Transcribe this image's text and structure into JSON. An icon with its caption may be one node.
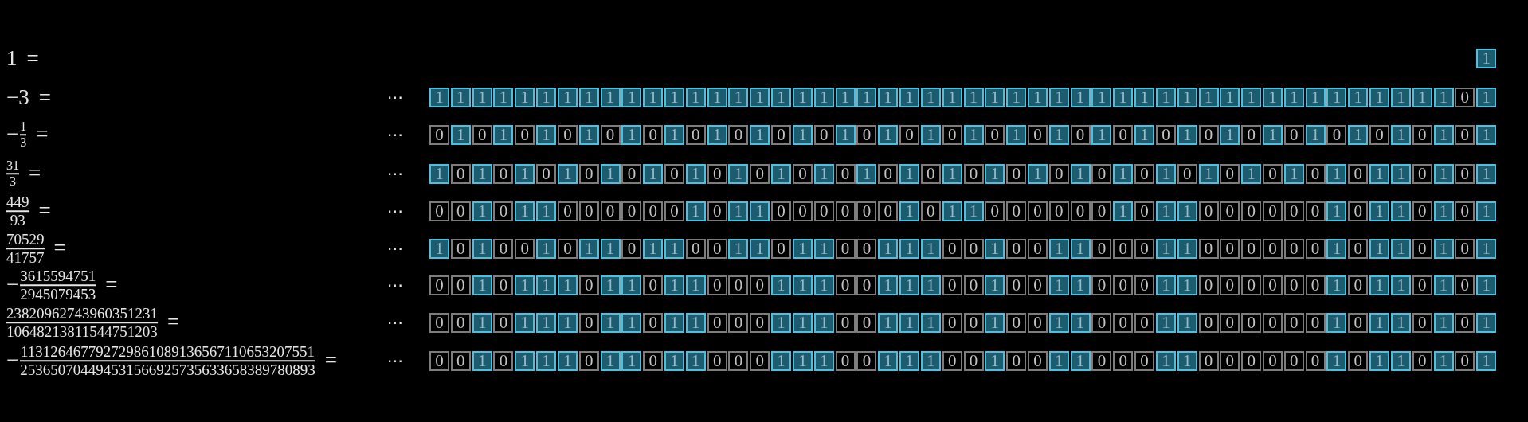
{
  "diagram": {
    "nodes": [
      {
        "text": [
          "1"
        ]
      },
      {
        "text": [
          "1"
        ]
      },
      {
        "text": [
          "1"
        ]
      },
      {
        "text": [
          "1"
        ]
      },
      {
        "text": [
          "1"
        ]
      },
      {
        "text": [
          "1"
        ]
      },
      {
        "text": [
          "1"
        ]
      },
      {
        "text": [
          "1"
        ]
      },
      {
        "text": [
          "1"
        ]
      },
      {
        "text": [
          "1"
        ]
      },
      {
        "text": [
          "1"
        ]
      },
      {
        "text": [
          "1"
        ]
      },
      {
        "text": [
          "1"
        ]
      },
      {
        "text": [
          "1"
        ]
      },
      {
        "text": [
          "1"
        ]
      },
      {
        "text": [
          "1"
        ]
      },
      {
        "text": [
          "1"
        ]
      },
      {
        "text": [
          "1"
        ]
      },
      {
        "text": [
          "1"
        ]
      },
      {
        "text": [
          "1"
        ]
      },
      {
        "text": [
          "1"
        ]
      },
      {
        "text": [
          "1"
        ]
      },
      {
        "text": [
          "1"
        ]
      },
      {
        "text": [
          "1"
        ]
      },
      {
        "text": [
          "1"
        ]
      },
      {
        "text": [
          "1"
        ]
      },
      {
        "text": [
          "1"
        ]
      },
      {
        "text": [
          "1"
        ]
      },
      {
        "text": [
          "1"
        ]
      },
      {
        "text": [
          "1"
        ]
      },
      {
        "text": [
          "1"
        ]
      },
      {
        "text": [
          "1"
        ]
      },
      {
        "text": [
          "1"
        ]
      },
      {
        "text": [
          "1"
        ]
      },
      {
        "text": [
          "1"
        ]
      },
      {
        "text": [
          "1"
        ]
      },
      {
        "text": [
          "1"
        ]
      },
      {
        "text": [
          "1"
        ]
      },
      {
        "text": [
          "1"
        ]
      },
      {
        "text": [
          "1"
        ]
      },
      {
        "text": [
          "1"
        ]
      },
      {
        "text": [
          "1"
        ]
      },
      {
        "text": [
          "1"
        ]
      },
      {
        "text": [
          "1"
        ]
      },
      {
        "text": [
          "1"
        ]
      },
      {
        "text": [
          "1"
        ]
      },
      {
        "text": [
          "1"
        ]
      },
      {
        "text": [
          "1"
        ]
      },
      {
        "text": [
          "1"
        ]
      },
      {
        "text": [
          "0"
        ]
      },
      {
        "text": [
          "1"
        ]
      },
      {
        "text": [
          "0"
        ]
      },
      {
        "text": [
          "1"
        ]
      },
      {
        "text": [
          "0"
        ]
      },
      {
        "text": [
          "1"
        ]
      },
      {
        "text": [
          "0"
        ]
      },
      {
        "text": [
          "1"
        ]
      },
      {
        "text": [
          "0"
        ]
      },
      {
        "text": [
          "1"
        ]
      },
      {
        "text": [
          "0"
        ]
      },
      {
        "text": [
          "1"
        ]
      },
      {
        "text": [
          "0"
        ]
      },
      {
        "text": [
          "1"
        ]
      },
      {
        "text": [
          "0"
        ]
      },
      {
        "text": [
          "1"
        ]
      },
      {
        "text": [
          "0"
        ]
      },
      {
        "text": [
          "1"
        ]
      },
      {
        "text": [
          "0"
        ]
      },
      {
        "text": [
          "1"
        ]
      },
      {
        "text": [
          "0"
        ]
      },
      {
        "text": [
          "1"
        ]
      },
      {
        "text": [
          "0"
        ]
      },
      {
        "text": [
          "1"
        ]
      },
      {
        "text": [
          "0"
        ]
      },
      {
        "text": [
          "1"
        ]
      },
      {
        "text": [
          "0"
        ]
      },
      {
        "text": [
          "1"
        ]
      },
      {
        "text": [
          "0"
        ]
      },
      {
        "text": [
          "1"
        ]
      },
      {
        "text": [
          "0"
        ]
      },
      {
        "text": [
          "1"
        ]
      },
      {
        "text": [
          "0"
        ]
      },
      {
        "text": [
          "1"
        ]
      },
      {
        "text": [
          "0"
        ]
      },
      {
        "text": [
          "1"
        ]
      },
      {
        "text": [
          "0"
        ]
      },
      {
        "text": [
          "1"
        ]
      },
      {
        "text": [
          "0"
        ]
      },
      {
        "text": [
          "1"
        ]
      },
      {
        "text": [
          "0"
        ]
      },
      {
        "text": [
          "1"
        ]
      },
      {
        "text": [
          "0"
        ]
      },
      {
        "text": [
          "1"
        ]
      },
      {
        "text": [
          "0"
        ]
      },
      {
        "text": [
          "1"
        ]
      },
      {
        "text": [
          "0"
        ]
      },
      {
        "text": [
          "1"
        ]
      },
      {
        "text": [
          "0"
        ]
      },
      {
        "text": [
          "1"
        ]
      },
      {
        "text": [
          "0"
        ]
      },
      {
        "text": [
          "1"
        ]
      },
      {
        "text": [
          "1"
        ]
      },
      {
        "text": [
          "0"
        ]
      },
      {
        "text": [
          "1"
        ]
      },
      {
        "text": [
          "0"
        ]
      },
      {
        "text": [
          "1"
        ]
      },
      {
        "text": [
          "0"
        ]
      },
      {
        "text": [
          "1"
        ]
      },
      {
        "text": [
          "0"
        ]
      },
      {
        "text": [
          "1"
        ]
      },
      {
        "text": [
          "0"
        ]
      },
      {
        "text": [
          "1"
        ]
      },
      {
        "text": [
          "0"
        ]
      },
      {
        "text": [
          "1"
        ]
      },
      {
        "text": [
          "0"
        ]
      },
      {
        "text": [
          "1"
        ]
      },
      {
        "text": [
          "0"
        ]
      },
      {
        "text": [
          "1"
        ]
      },
      {
        "text": [
          "0"
        ]
      },
      {
        "text": [
          "1"
        ]
      },
      {
        "text": [
          "0"
        ]
      },
      {
        "text": [
          "1"
        ]
      },
      {
        "text": [
          "0"
        ]
      },
      {
        "text": [
          "1"
        ]
      },
      {
        "text": [
          "0"
        ]
      },
      {
        "text": [
          "1"
        ]
      },
      {
        "text": [
          "0"
        ]
      },
      {
        "text": [
          "1"
        ]
      },
      {
        "text": [
          "0"
        ]
      },
      {
        "text": [
          "1"
        ]
      },
      {
        "text": [
          "0"
        ]
      },
      {
        "text": [
          "1"
        ]
      },
      {
        "text": [
          "0"
        ]
      },
      {
        "text": [
          "1"
        ]
      },
      {
        "text": [
          "0"
        ]
      },
      {
        "text": [
          "1"
        ]
      },
      {
        "text": [
          "0"
        ]
      },
      {
        "text": [
          "1"
        ]
      },
      {
        "text": [
          "0"
        ]
      },
      {
        "text": [
          "1"
        ]
      },
      {
        "text": [
          "0"
        ]
      },
      {
        "text": [
          "1"
        ]
      },
      {
        "text": [
          "0"
        ]
      },
      {
        "text": [
          "1"
        ]
      },
      {
        "text": [
          "0"
        ]
      },
      {
        "text": [
          "1"
        ]
      },
      {
        "text": [
          "1"
        ]
      },
      {
        "text": [
          "0"
        ]
      },
      {
        "text": [
          "1"
        ]
      },
      {
        "text": [
          "0"
        ]
      },
      {
        "text": [
          "1"
        ]
      },
      {
        "text": [
          "0"
        ]
      },
      {
        "text": [
          "0"
        ]
      },
      {
        "text": [
          "1"
        ]
      },
      {
        "text": [
          "0"
        ]
      },
      {
        "text": [
          "1"
        ]
      },
      {
        "text": [
          "1"
        ]
      },
      {
        "text": [
          "0"
        ]
      },
      {
        "text": [
          "0"
        ]
      },
      {
        "text": [
          "0"
        ]
      },
      {
        "text": [
          "0"
        ]
      },
      {
        "text": [
          "0"
        ]
      },
      {
        "text": [
          "0"
        ]
      },
      {
        "text": [
          "1"
        ]
      },
      {
        "text": [
          "0"
        ]
      },
      {
        "text": [
          "1"
        ]
      },
      {
        "text": [
          "1"
        ]
      },
      {
        "text": [
          "0"
        ]
      },
      {
        "text": [
          "0"
        ]
      },
      {
        "text": [
          "0"
        ]
      },
      {
        "text": [
          "0"
        ]
      },
      {
        "text": [
          "0"
        ]
      },
      {
        "text": [
          "0"
        ]
      },
      {
        "text": [
          "1"
        ]
      },
      {
        "text": [
          "0"
        ]
      },
      {
        "text": [
          "1"
        ]
      },
      {
        "text": [
          "1"
        ]
      },
      {
        "text": [
          "0"
        ]
      },
      {
        "text": [
          "0"
        ]
      },
      {
        "text": [
          "0"
        ]
      },
      {
        "text": [
          "0"
        ]
      },
      {
        "text": [
          "0"
        ]
      },
      {
        "text": [
          "0"
        ]
      },
      {
        "text": [
          "1"
        ]
      },
      {
        "text": [
          "0"
        ]
      },
      {
        "text": [
          "1"
        ]
      },
      {
        "text": [
          "1"
        ]
      },
      {
        "text": [
          "0"
        ]
      },
      {
        "text": [
          "0"
        ]
      },
      {
        "text": [
          "0"
        ]
      },
      {
        "text": [
          "0"
        ]
      },
      {
        "text": [
          "0"
        ]
      },
      {
        "text": [
          "0"
        ]
      },
      {
        "text": [
          "1"
        ]
      },
      {
        "text": [
          "0"
        ]
      },
      {
        "text": [
          "1"
        ]
      },
      {
        "text": [
          "1"
        ]
      },
      {
        "text": [
          "0"
        ]
      },
      {
        "text": [
          "1"
        ]
      },
      {
        "text": [
          "0"
        ]
      },
      {
        "text": [
          "1"
        ]
      },
      {
        "text": [
          "1"
        ]
      },
      {
        "text": [
          "0"
        ]
      },
      {
        "text": [
          "1"
        ]
      },
      {
        "text": [
          "0"
        ]
      },
      {
        "text": [
          "0"
        ]
      },
      {
        "text": [
          "1"
        ]
      },
      {
        "text": [
          "0"
        ]
      },
      {
        "text": [
          "1"
        ]
      },
      {
        "text": [
          "1"
        ]
      },
      {
        "text": [
          "0"
        ]
      },
      {
        "text": [
          "1"
        ]
      },
      {
        "text": [
          "1"
        ]
      },
      {
        "text": [
          "0"
        ]
      },
      {
        "text": [
          "0"
        ]
      },
      {
        "text": [
          "1"
        ]
      },
      {
        "text": [
          "1"
        ]
      },
      {
        "text": [
          "0"
        ]
      },
      {
        "text": [
          "1"
        ]
      },
      {
        "text": [
          "1"
        ]
      },
      {
        "text": [
          "0"
        ]
      },
      {
        "text": [
          "0"
        ]
      },
      {
        "text": [
          "1"
        ]
      },
      {
        "text": [
          "1"
        ]
      },
      {
        "text": [
          "1"
        ]
      },
      {
        "text": [
          "0"
        ]
      },
      {
        "text": [
          "0"
        ]
      },
      {
        "text": [
          "1"
        ]
      },
      {
        "text": [
          "0"
        ]
      },
      {
        "text": [
          "0"
        ]
      },
      {
        "text": [
          "1"
        ]
      },
      {
        "text": [
          "1"
        ]
      },
      {
        "text": [
          "0"
        ]
      },
      {
        "text": [
          "0"
        ]
      },
      {
        "text": [
          "0"
        ]
      },
      {
        "text": [
          "1"
        ]
      },
      {
        "text": [
          "1"
        ]
      },
      {
        "text": [
          "0"
        ]
      },
      {
        "text": [
          "0"
        ]
      },
      {
        "text": [
          "0"
        ]
      },
      {
        "text": [
          "0"
        ]
      },
      {
        "text": [
          "0"
        ]
      },
      {
        "text": [
          "0"
        ]
      },
      {
        "text": [
          "1"
        ]
      },
      {
        "text": [
          "0"
        ]
      },
      {
        "text": [
          "1"
        ]
      },
      {
        "text": [
          "1"
        ]
      },
      {
        "text": [
          "0"
        ]
      },
      {
        "text": [
          "1"
        ]
      },
      {
        "text": [
          "0"
        ]
      },
      {
        "text": [
          "1"
        ]
      },
      {
        "text": [
          "0"
        ]
      },
      {
        "text": [
          "0"
        ]
      },
      {
        "text": [
          "1"
        ]
      },
      {
        "text": [
          "0"
        ]
      },
      {
        "text": [
          "1"
        ]
      },
      {
        "text": [
          "1"
        ]
      },
      {
        "text": [
          "1"
        ]
      },
      {
        "text": [
          "0"
        ]
      },
      {
        "text": [
          "1"
        ]
      },
      {
        "text": [
          "1"
        ]
      },
      {
        "text": [
          "0"
        ]
      },
      {
        "text": [
          "1"
        ]
      },
      {
        "text": [
          "1"
        ]
      },
      {
        "text": [
          "0"
        ]
      },
      {
        "text": [
          "0"
        ]
      },
      {
        "text": [
          "0"
        ]
      },
      {
        "text": [
          "1"
        ]
      },
      {
        "text": [
          "1"
        ]
      },
      {
        "text": [
          "1"
        ]
      },
      {
        "text": [
          "0"
        ]
      },
      {
        "text": [
          "0"
        ]
      },
      {
        "text": [
          "1"
        ]
      },
      {
        "text": [
          "1"
        ]
      },
      {
        "text": [
          "1"
        ]
      },
      {
        "text": [
          "0"
        ]
      },
      {
        "text": [
          "0"
        ]
      },
      {
        "text": [
          "1"
        ]
      },
      {
        "text": [
          "0"
        ]
      },
      {
        "text": [
          "0"
        ]
      },
      {
        "text": [
          "1"
        ]
      },
      {
        "text": [
          "1"
        ]
      },
      {
        "text": [
          "0"
        ]
      },
      {
        "text": [
          "0"
        ]
      },
      {
        "text": [
          "0"
        ]
      },
      {
        "text": [
          "1"
        ]
      },
      {
        "text": [
          "1"
        ]
      },
      {
        "text": [
          "0"
        ]
      },
      {
        "text": [
          "0"
        ]
      },
      {
        "text": [
          "0"
        ]
      },
      {
        "text": [
          "0"
        ]
      },
      {
        "text": [
          "0"
        ]
      },
      {
        "text": [
          "0"
        ]
      },
      {
        "text": [
          "1"
        ]
      },
      {
        "text": [
          "0"
        ]
      },
      {
        "text": [
          "1"
        ]
      },
      {
        "text": [
          "1"
        ]
      },
      {
        "text": [
          "0"
        ]
      },
      {
        "text": [
          "1"
        ]
      },
      {
        "text": [
          "0"
        ]
      },
      {
        "text": [
          "1"
        ]
      },
      {
        "text": [
          "0"
        ]
      },
      {
        "text": [
          "0"
        ]
      },
      {
        "text": [
          "1"
        ]
      },
      {
        "text": [
          "0"
        ]
      },
      {
        "text": [
          "1"
        ]
      },
      {
        "text": [
          "1"
        ]
      },
      {
        "text": [
          "1"
        ]
      },
      {
        "text": [
          "0"
        ]
      },
      {
        "text": [
          "1"
        ]
      },
      {
        "text": [
          "1"
        ]
      },
      {
        "text": [
          "0"
        ]
      },
      {
        "text": [
          "1"
        ]
      },
      {
        "text": [
          "1"
        ]
      },
      {
        "text": [
          "0"
        ]
      },
      {
        "text": [
          "0"
        ]
      },
      {
        "text": [
          "0"
        ]
      },
      {
        "text": [
          "1"
        ]
      },
      {
        "text": [
          "1"
        ]
      },
      {
        "text": [
          "1"
        ]
      },
      {
        "text": [
          "0"
        ]
      },
      {
        "text": [
          "0"
        ]
      },
      {
        "text": [
          "1"
        ]
      },
      {
        "text": [
          "1"
        ]
      },
      {
        "text": [
          "1"
        ]
      },
      {
        "text": [
          "0"
        ]
      },
      {
        "text": [
          "0"
        ]
      },
      {
        "text": [
          "1"
        ]
      },
      {
        "text": [
          "0"
        ]
      },
      {
        "text": [
          "0"
        ]
      },
      {
        "text": [
          "1"
        ]
      },
      {
        "text": [
          "1"
        ]
      },
      {
        "text": [
          "0"
        ]
      },
      {
        "text": [
          "0"
        ]
      },
      {
        "text": [
          "0"
        ]
      },
      {
        "text": [
          "1"
        ]
      },
      {
        "text": [
          "1"
        ]
      },
      {
        "text": [
          "0"
        ]
      },
      {
        "text": [
          "0"
        ]
      },
      {
        "text": [
          "0"
        ]
      },
      {
        "text": [
          "0"
        ]
      },
      {
        "text": [
          "0"
        ]
      },
      {
        "text": [
          "0"
        ]
      },
      {
        "text": [
          "1"
        ]
      },
      {
        "text": [
          "0"
        ]
      },
      {
        "text": [
          "1"
        ]
      },
      {
        "text": [
          "1"
        ]
      },
      {
        "text": [
          "0"
        ]
      },
      {
        "text": [
          "1"
        ]
      },
      {
        "text": [
          "0"
        ]
      },
      {
        "text": [
          "1"
        ]
      },
      {
        "text": [
          "0"
        ]
      },
      {
        "text": [
          "0"
        ]
      },
      {
        "text": [
          "1"
        ]
      },
      {
        "text": [
          "0"
        ]
      },
      {
        "text": [
          "1"
        ]
      },
      {
        "text": [
          "1"
        ]
      },
      {
        "text": [
          "1"
        ]
      },
      {
        "text": [
          "0"
        ]
      },
      {
        "text": [
          "1"
        ]
      },
      {
        "text": [
          "1"
        ]
      },
      {
        "text": [
          "0"
        ]
      },
      {
        "text": [
          "1"
        ]
      },
      {
        "text": [
          "1"
        ]
      },
      {
        "text": [
          "0"
        ]
      },
      {
        "text": [
          "0"
        ]
      },
      {
        "text": [
          "0"
        ]
      },
      {
        "text": [
          "1"
        ]
      },
      {
        "text": [
          "1"
        ]
      },
      {
        "text": [
          "1"
        ]
      },
      {
        "text": [
          "0"
        ]
      },
      {
        "text": [
          "0"
        ]
      },
      {
        "text": [
          "1"
        ]
      },
      {
        "text": [
          "1"
        ]
      },
      {
        "text": [
          "1"
        ]
      },
      {
        "text": [
          "0"
        ]
      },
      {
        "text": [
          "0"
        ]
      },
      {
        "text": [
          "1"
        ]
      },
      {
        "text": [
          "0"
        ]
      },
      {
        "text": [
          "0"
        ]
      },
      {
        "text": [
          "1"
        ]
      },
      {
        "text": [
          "1"
        ]
      },
      {
        "text": [
          "0"
        ]
      },
      {
        "text": [
          "0"
        ]
      },
      {
        "text": [
          "0"
        ]
      },
      {
        "text": [
          "1"
        ]
      },
      {
        "text": [
          "1"
        ]
      },
      {
        "text": [
          "0"
        ]
      },
      {
        "text": [
          "0"
        ]
      },
      {
        "text": [
          "0"
        ]
      },
      {
        "text": [
          "0"
        ]
      },
      {
        "text": [
          "0"
        ]
      },
      {
        "text": [
          "0"
        ]
      },
      {
        "text": [
          "1"
        ]
      },
      {
        "text": [
          "0"
        ]
      },
      {
        "text": [
          "1"
        ]
      },
      {
        "text": [
          "1"
        ]
      },
      {
        "text": [
          "0"
        ]
      },
      {
        "text": [
          "1"
        ]
      },
      {
        "text": [
          "0"
        ]
      },
      {
        "text": [
          "1"
        ]
      }
    ],
    "labels": [
      "1",
      "=",
      "−3",
      "=",
      "⋯",
      "−",
      "1",
      "3",
      "=",
      "⋯",
      "31",
      "3",
      "=",
      "⋯",
      "449",
      "93",
      "=",
      "⋯",
      "70529",
      "41757",
      "=",
      "⋯",
      "−",
      "3615594751",
      "2945079453",
      "=",
      "⋯",
      "23820962743960351231",
      "10648213811544751203",
      "=",
      "⋯",
      "−",
      "113126467792729861089136567110653207551",
      "253650704494531566925735633658389780893",
      "=",
      "⋯"
    ]
  }
}
